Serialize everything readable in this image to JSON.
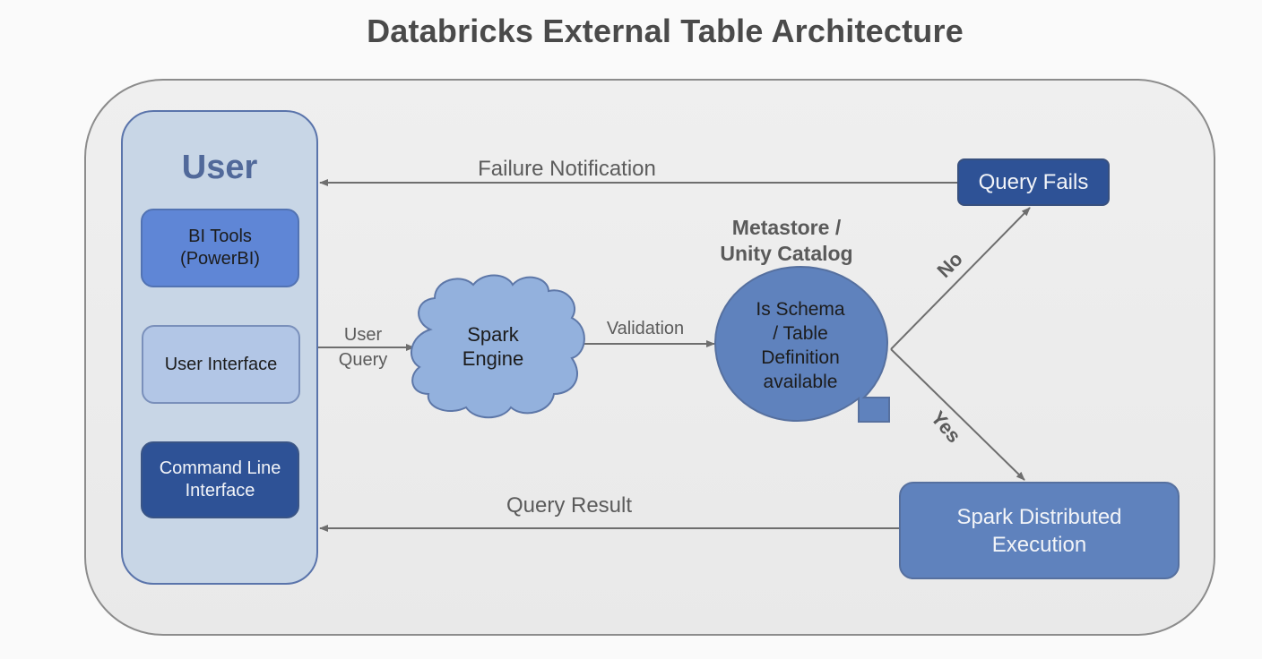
{
  "title": "Databricks External Table Architecture",
  "user_panel": {
    "title": "User",
    "items": [
      {
        "label": "BI Tools (PowerBI)",
        "lines": [
          "BI Tools",
          "(PowerBI)"
        ]
      },
      {
        "label": "User Interface",
        "lines": [
          "User Interface"
        ]
      },
      {
        "label": "Command Line Interface",
        "lines": [
          "Command Line",
          "Interface"
        ]
      }
    ]
  },
  "nodes": {
    "spark_engine": {
      "lines": [
        "Spark",
        "Engine"
      ],
      "shape": "cloud"
    },
    "metastore": {
      "caption_lines": [
        "Metastore /",
        "Unity Catalog"
      ],
      "question_lines": [
        "Is Schema",
        "/ Table",
        "Definition",
        "available"
      ],
      "shape": "speech-bubble"
    },
    "query_fails": {
      "label": "Query Fails"
    },
    "spark_distributed": {
      "lines": [
        "Spark Distributed",
        "Execution"
      ]
    }
  },
  "edges": {
    "user_query": {
      "lines": [
        "User",
        "Query"
      ]
    },
    "validation": {
      "label": "Validation"
    },
    "no": {
      "label": "No"
    },
    "yes": {
      "label": "Yes"
    },
    "failure_notification": {
      "label": "Failure Notification"
    },
    "query_result": {
      "label": "Query Result"
    }
  },
  "colors": {
    "dark_blue": "#2e5296",
    "mid_blue": "#5f82bd",
    "bright_blue": "#5f86d6",
    "light_blue": "#b2c6e6",
    "panel_blue": "#c8d6e6",
    "cloud_blue": "#93b1dd",
    "arrow_gray": "#6e6e6e",
    "text_gray": "#5b5b5b"
  }
}
